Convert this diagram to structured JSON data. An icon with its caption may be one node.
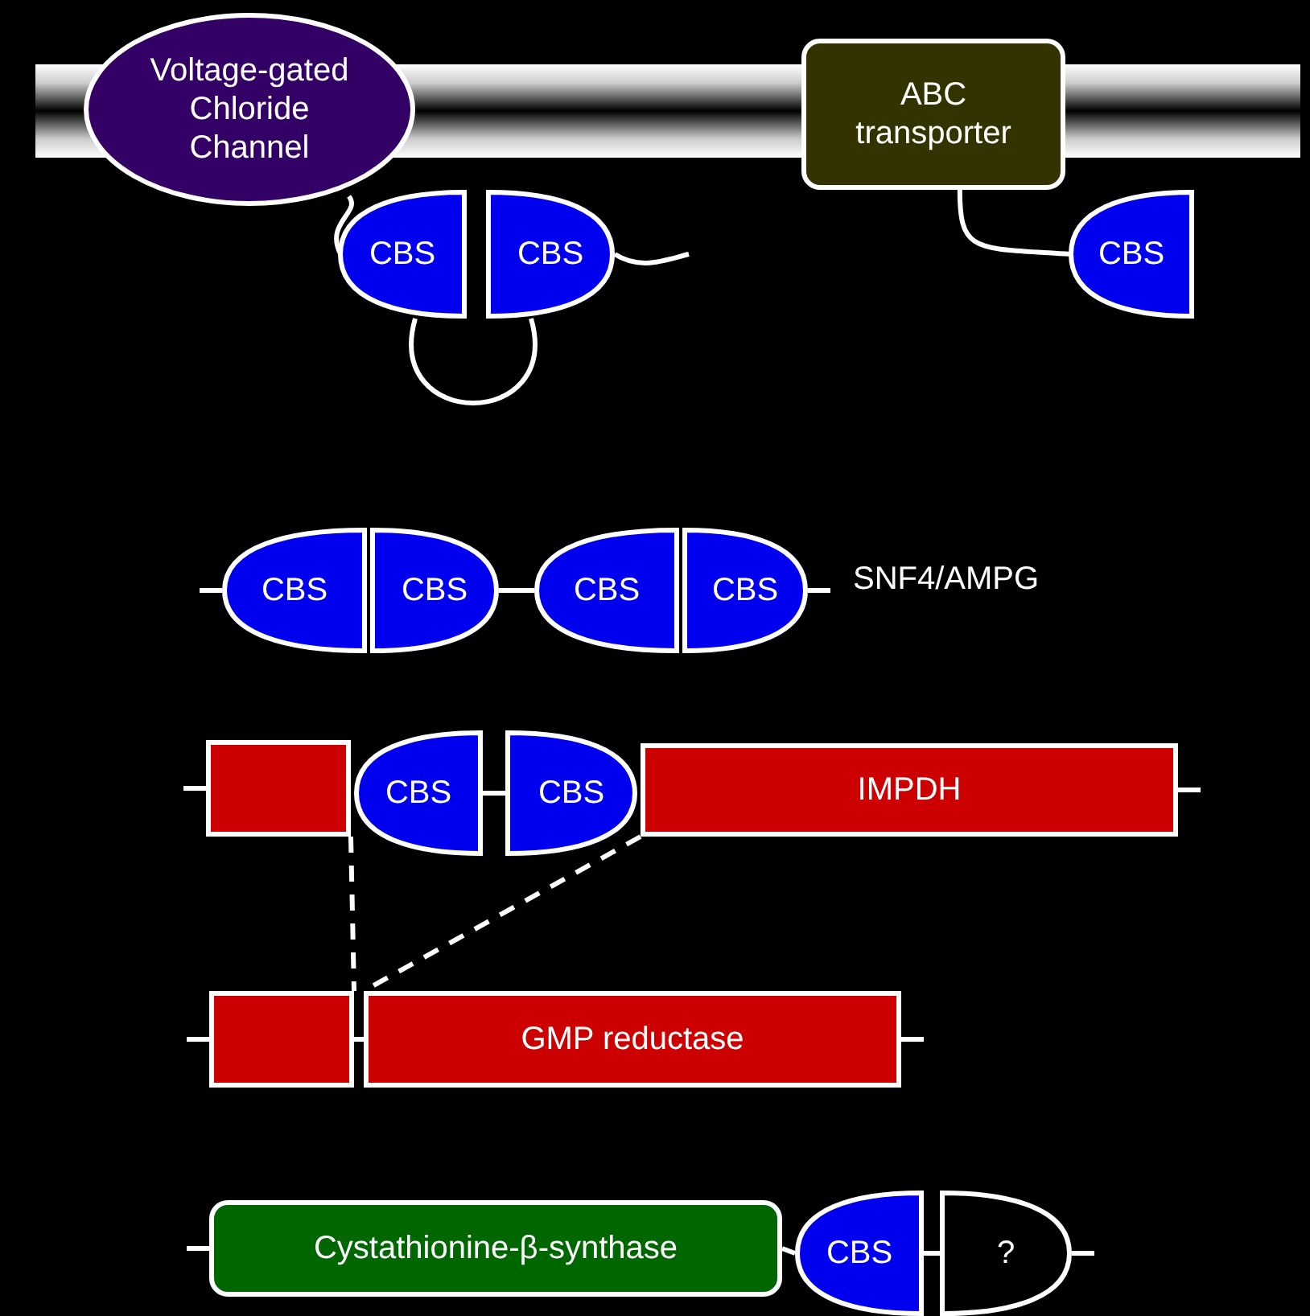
{
  "diagram": {
    "nodes": [
      {
        "text": [],
        "shape": "bar"
      },
      {
        "text": [
          "Voltage-gated Chloride Channel"
        ]
      },
      {
        "text": [
          "CBS"
        ]
      },
      {
        "text": [
          "CBS"
        ]
      },
      {
        "text": [
          "ABC transporter"
        ]
      },
      {
        "text": [
          "CBS"
        ]
      },
      {
        "text": [
          "CBS"
        ]
      },
      {
        "text": [
          "CBS"
        ]
      },
      {
        "text": [
          "CBS"
        ]
      },
      {
        "text": [
          "CBS"
        ]
      },
      {
        "text": [],
        "shape": "box"
      },
      {
        "text": [
          "CBS"
        ]
      },
      {
        "text": [
          "CBS"
        ]
      },
      {
        "text": [
          "IMPDH"
        ]
      },
      {
        "text": [],
        "shape": "box"
      },
      {
        "text": [
          "GMP reductase"
        ]
      },
      {
        "text": [
          "Cystathionine-β-synthase"
        ]
      },
      {
        "text": [
          "CBS"
        ]
      },
      {
        "text": [
          "?"
        ]
      }
    ],
    "edges": [
      {
        "from": 1,
        "to": 2,
        "arrow": "none"
      },
      {
        "from": 2,
        "to": 3,
        "arrow": "none"
      },
      {
        "from": 3,
        "to": null,
        "arrow": "none"
      },
      {
        "from": 4,
        "to": 5,
        "arrow": "none"
      },
      {
        "from": null,
        "to": 6,
        "arrow": "none"
      },
      {
        "from": 7,
        "to": 8,
        "arrow": "none"
      },
      {
        "from": 9,
        "to": null,
        "arrow": "none"
      },
      {
        "from": null,
        "to": 10,
        "arrow": "none"
      },
      {
        "from": 11,
        "to": 12,
        "arrow": "none"
      },
      {
        "from": 13,
        "to": null,
        "arrow": "none"
      },
      {
        "from": null,
        "to": 14,
        "arrow": "none"
      },
      {
        "from": 14,
        "to": 15,
        "arrow": "none"
      },
      {
        "from": 15,
        "to": null,
        "arrow": "none"
      },
      {
        "from": null,
        "to": 16,
        "arrow": "none"
      },
      {
        "from": 16,
        "to": 17,
        "arrow": "none"
      },
      {
        "from": 17,
        "to": 18,
        "arrow": "none"
      },
      {
        "from": 18,
        "to": null,
        "arrow": "none"
      },
      {
        "from": 10,
        "to": 14,
        "arrow": "none",
        "style": "dashed"
      },
      {
        "from": 13,
        "to": 15,
        "arrow": "none",
        "style": "dashed"
      }
    ],
    "labels": [
      "SNF4/AMPG"
    ]
  }
}
